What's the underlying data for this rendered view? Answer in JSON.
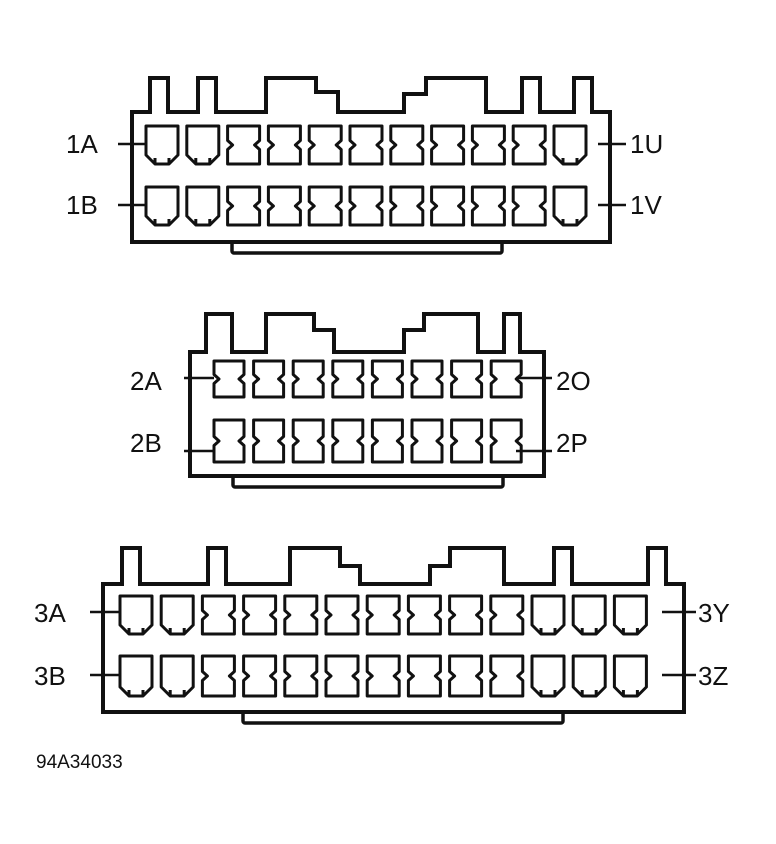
{
  "connectors": [
    {
      "id": "1",
      "labels": {
        "top_left": "1A",
        "bottom_left": "1B",
        "top_right": "1U",
        "bottom_right": "1V"
      },
      "columns": 11,
      "rows": 2,
      "square_columns": [
        0,
        1,
        10
      ]
    },
    {
      "id": "2",
      "labels": {
        "top_left": "2A",
        "bottom_left": "2B",
        "top_right": "2O",
        "bottom_right": "2P"
      },
      "columns": 8,
      "rows": 2,
      "square_columns": []
    },
    {
      "id": "3",
      "labels": {
        "top_left": "3A",
        "bottom_left": "3B",
        "top_right": "3Y",
        "bottom_right": "3Z"
      },
      "columns": 13,
      "rows": 2,
      "square_columns": [
        0,
        1,
        10,
        11,
        12
      ]
    }
  ],
  "figure_code": "94A34033",
  "colors": {
    "line": "#111111",
    "background": "#ffffff"
  }
}
